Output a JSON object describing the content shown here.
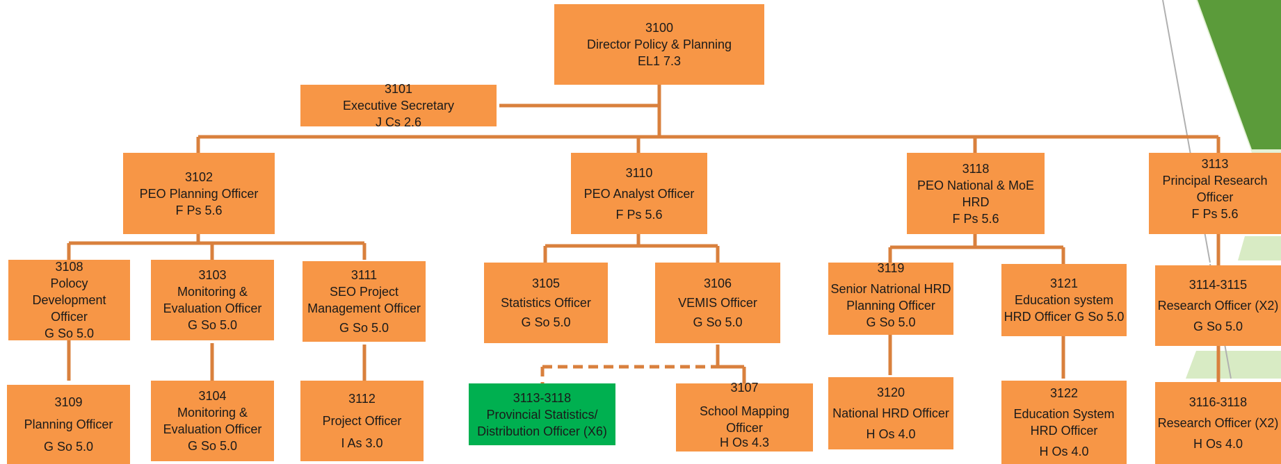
{
  "colors": {
    "box_fill": "#F79646",
    "highlight_fill": "#00B050",
    "connector": "#D9803D",
    "text": "#1a1a1a",
    "deco_dark_green": "#5B9B3A",
    "deco_light_green": "#D8EBC4"
  },
  "positions": {
    "p3100": {
      "code": "3100",
      "title": "Director Policy & Planning",
      "grade": "EL1 7.3"
    },
    "p3101": {
      "code": "3101",
      "title": "Executive Secretary",
      "grade": "J Cs 2.6"
    },
    "p3102": {
      "code": "3102",
      "title": "PEO  Planning Officer",
      "grade": "F Ps 5.6"
    },
    "p3110": {
      "code": "3110",
      "title": "PEO Analyst Officer",
      "grade": "F Ps 5.6"
    },
    "p3118": {
      "code": "3118",
      "title_line1": "PEO National & MoE",
      "title_line2": "HRD",
      "grade": "F Ps 5.6"
    },
    "p3113": {
      "code": "3113",
      "title_line1": "Principal Research",
      "title_line2": "Officer",
      "grade": "F Ps 5.6"
    },
    "p3108": {
      "code": "3108",
      "title_line1": "Polocy",
      "title_line2": "Development",
      "title_line3": "Officer",
      "grade": "G So 5.0"
    },
    "p3103": {
      "code": "3103",
      "title_line1": "Monitoring &",
      "title_line2": "Evaluation Officer",
      "grade": "G So 5.0"
    },
    "p3111": {
      "code": "3111",
      "title_line1": "SEO Project",
      "title_line2": "Management Officer",
      "grade": "G So 5.0"
    },
    "p3105": {
      "code": "3105",
      "title": "Statistics Officer",
      "grade": "G So 5.0"
    },
    "p3106": {
      "code": "3106",
      "title": "VEMIS Officer",
      "grade": "G So 5.0"
    },
    "p3119": {
      "code": "3119",
      "title_line1": "Senior Natrional HRD",
      "title_line2": "Planning Officer",
      "grade": "G So 5.0"
    },
    "p3121": {
      "code": "3121",
      "title_line1": "Education system",
      "title_line2": "HRD Officer G So 5.0"
    },
    "p3114": {
      "code": "3114-3115",
      "title": "Research Officer (X2)",
      "grade": "G So 5.0"
    },
    "p3109": {
      "code": "3109",
      "title": "Planning Officer",
      "grade": "G So 5.0"
    },
    "p3104": {
      "code": "3104",
      "title_line1": "Monitoring &",
      "title_line2": "Evaluation Officer",
      "grade": "G So 5.0"
    },
    "p3112": {
      "code": "3112",
      "title": "Project Officer",
      "grade": "I As 3.0"
    },
    "p3113b": {
      "code": "3113-3118",
      "title_line1": "Provincial Statistics/",
      "title_line2": "Distribution Officer (X6)"
    },
    "p3107": {
      "code": "3107",
      "title_line1": "School Mapping",
      "title_line2": "Officer",
      "grade": "H Os 4.3"
    },
    "p3120": {
      "code": "3120",
      "title": "National HRD Officer",
      "grade": "H Os 4.0"
    },
    "p3122": {
      "code": "3122",
      "title_line1": "Education System",
      "title_line2": "HRD Officer",
      "grade": "H Os 4.0"
    },
    "p3116": {
      "code": "3116-3118",
      "title": "Research Officer (X2)",
      "grade": "H Os 4.0"
    }
  }
}
